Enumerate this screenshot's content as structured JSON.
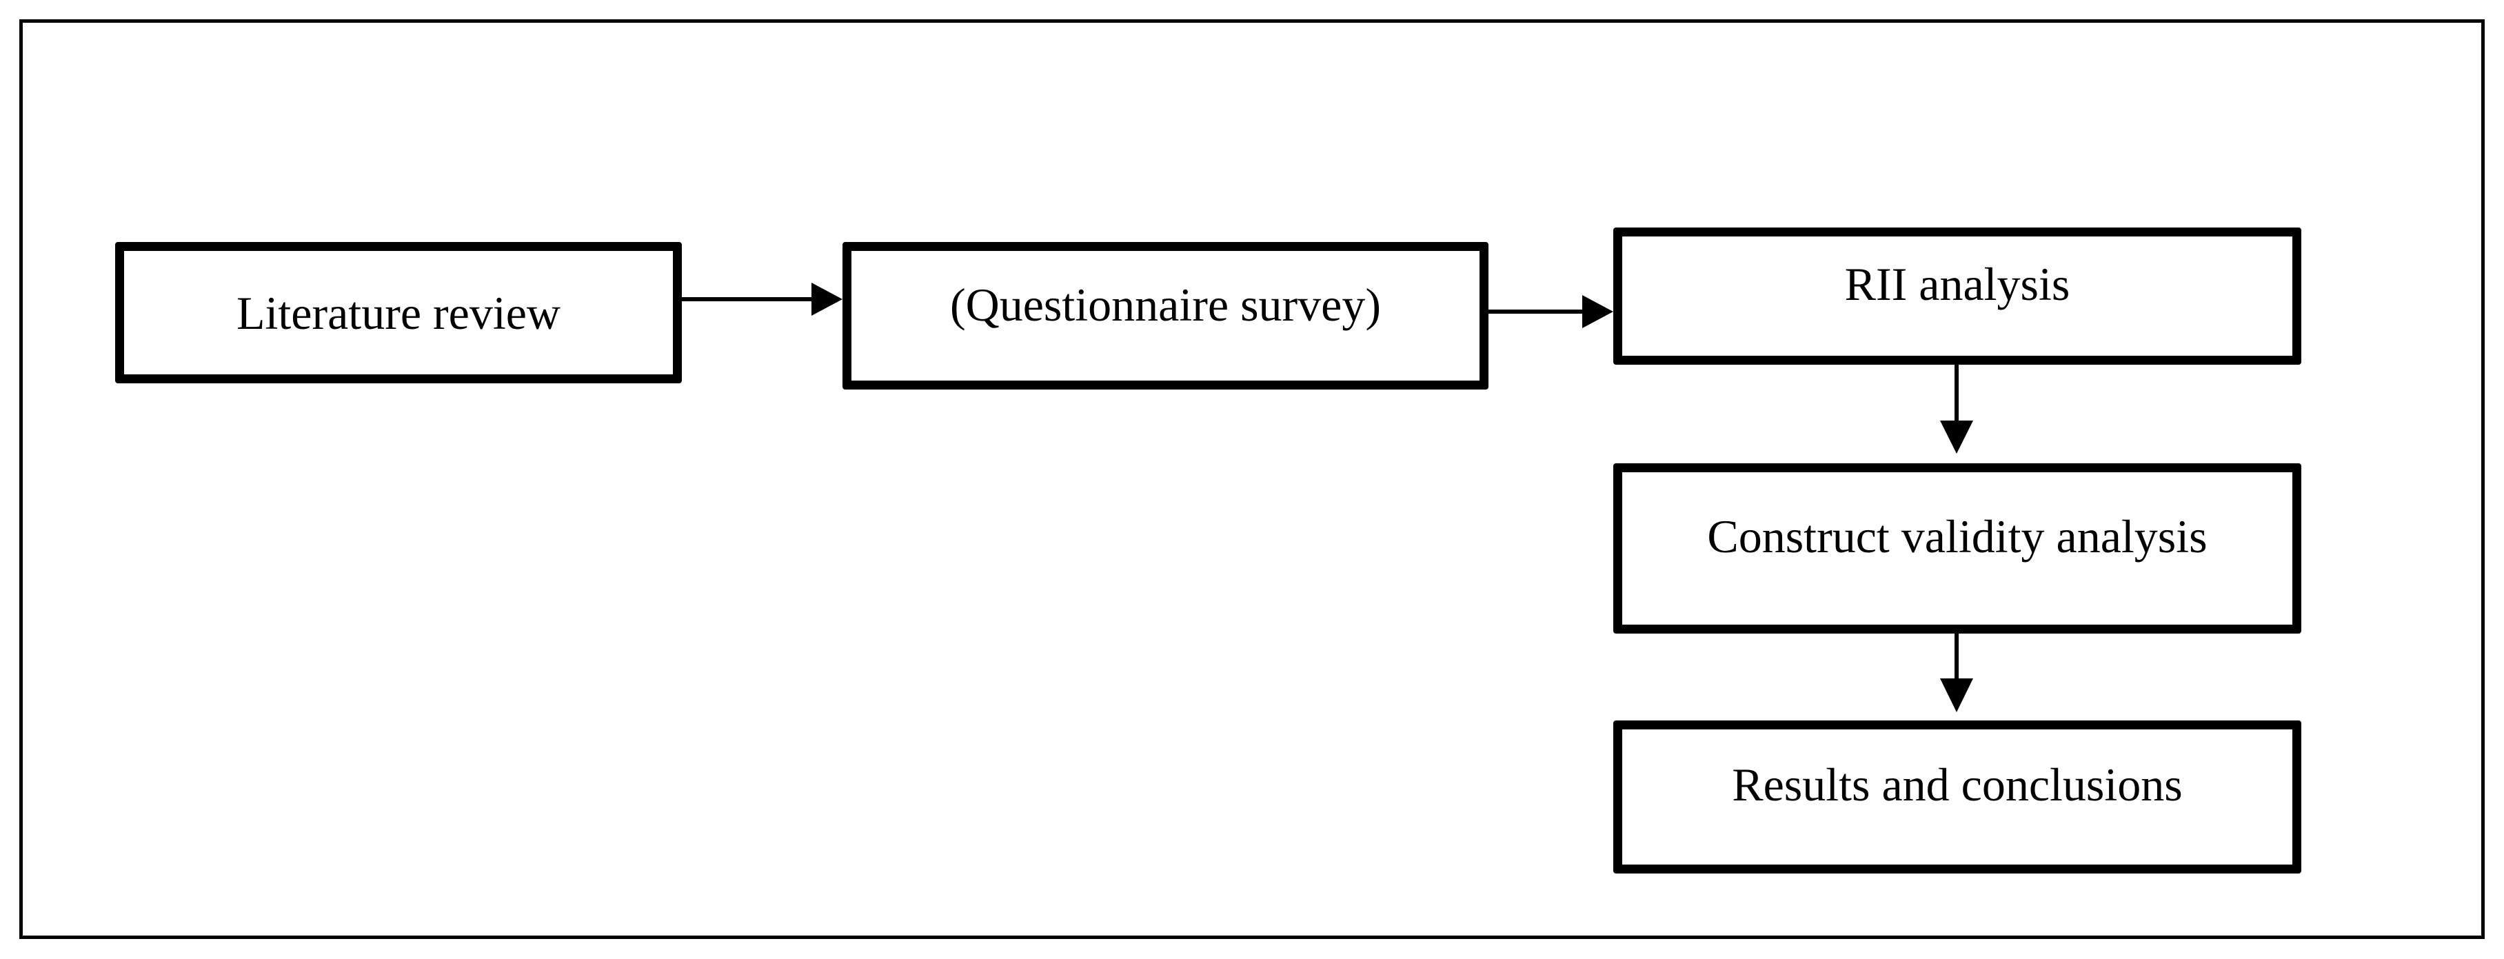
{
  "flowchart": {
    "nodes": [
      {
        "id": "literature",
        "label": "Literature review"
      },
      {
        "id": "survey",
        "label": "(Questionnaire survey)"
      },
      {
        "id": "rii",
        "label": "RII analysis"
      },
      {
        "id": "construct",
        "label": "Construct validity analysis"
      },
      {
        "id": "results",
        "label": "Results and conclusions"
      }
    ],
    "edges": [
      {
        "from": "literature",
        "to": "survey"
      },
      {
        "from": "survey",
        "to": "rii"
      },
      {
        "from": "rii",
        "to": "construct"
      },
      {
        "from": "construct",
        "to": "results"
      }
    ]
  }
}
